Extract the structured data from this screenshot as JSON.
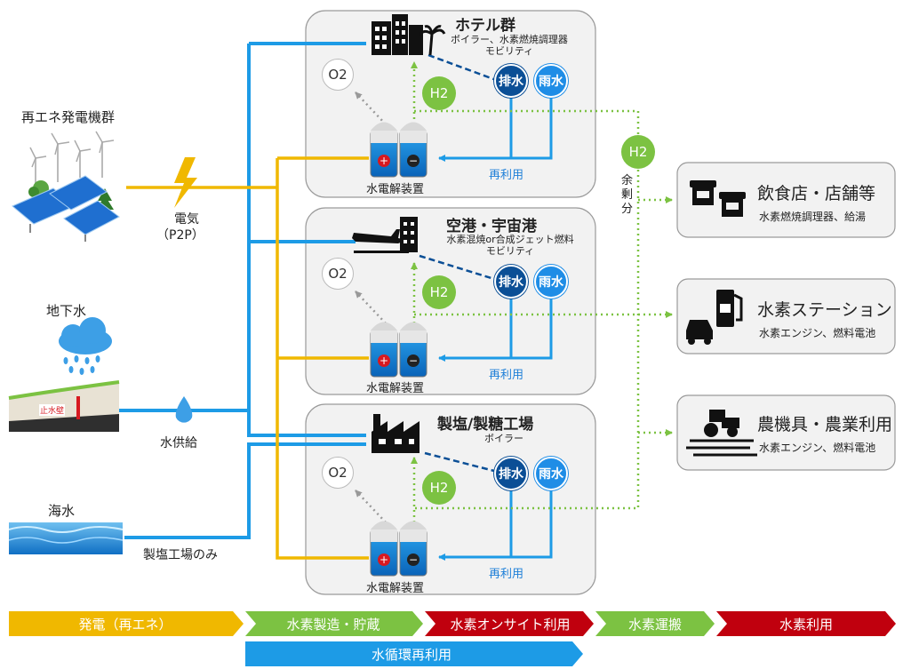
{
  "sources": {
    "renewable": "再エネ発電機群",
    "electricity": "電気",
    "p2p": "（P2P）",
    "groundwater": "地下水",
    "cutoff_wall": "止水壁",
    "water_supply": "水供給",
    "seawater": "海水",
    "salt_only": "製塩工場のみ"
  },
  "panels": [
    {
      "title": "ホテル群",
      "sub1": "ボイラー、水素燃焼調理器",
      "sub2": "モビリティ"
    },
    {
      "title": "空港・宇宙港",
      "sub1": "水素混焼or合成ジェット燃料",
      "sub2": "モビリティ"
    },
    {
      "title": "製塩/製糖工場",
      "sub1": "ボイラー",
      "sub2": ""
    }
  ],
  "panel_common": {
    "o2": "O2",
    "h2": "H2",
    "drain": "排水",
    "rain": "雨水",
    "reuse": "再利用",
    "electrolyzer": "水電解装置"
  },
  "surplus": {
    "h2": "H2",
    "label": "余剰分"
  },
  "users": [
    {
      "title": "飲食店・店舗等",
      "sub": "水素燃焼調理器、給湯"
    },
    {
      "title": "水素ステーション",
      "sub": "水素エンジン、燃料電池"
    },
    {
      "title": "農機具・農業利用",
      "sub": "水素エンジン、燃料電池"
    }
  ],
  "stages": {
    "power": "発電（再エネ）",
    "production": "水素製造・貯蔵",
    "onsite": "水素オンサイト利用",
    "transport": "水素運搬",
    "use": "水素利用",
    "water_cycle": "水循環再利用"
  },
  "colors": {
    "power": "#f0b800",
    "water": "#1d9be6",
    "hydrogen": "#7cc242",
    "onsite": "#c0000e",
    "drain": "#0b4f96"
  }
}
